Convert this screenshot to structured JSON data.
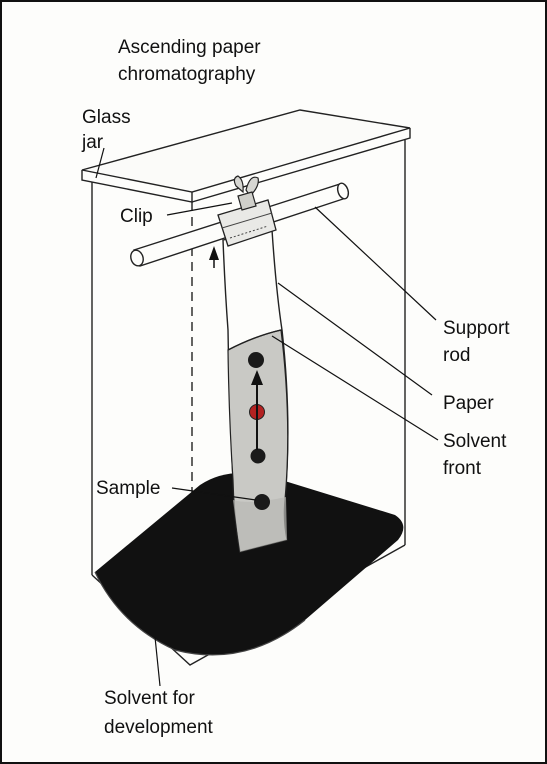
{
  "title": {
    "line1": "Ascending paper",
    "line2": "chromatography"
  },
  "labels": {
    "glass_jar": {
      "line1": "Glass",
      "line2": "jar"
    },
    "clip": "Clip",
    "support_rod": {
      "line1": "Support",
      "line2": "rod"
    },
    "paper": "Paper",
    "solvent_front": {
      "line1": "Solvent",
      "line2": "front"
    },
    "sample": "Sample",
    "solvent_for_development": {
      "line1": "Solvent for",
      "line2": "development"
    }
  },
  "colors": {
    "spot_dark": "#1a1a1a",
    "spot_red": "#b32222",
    "solvent": "#111111",
    "wet_paper": "#c9c9c5"
  }
}
